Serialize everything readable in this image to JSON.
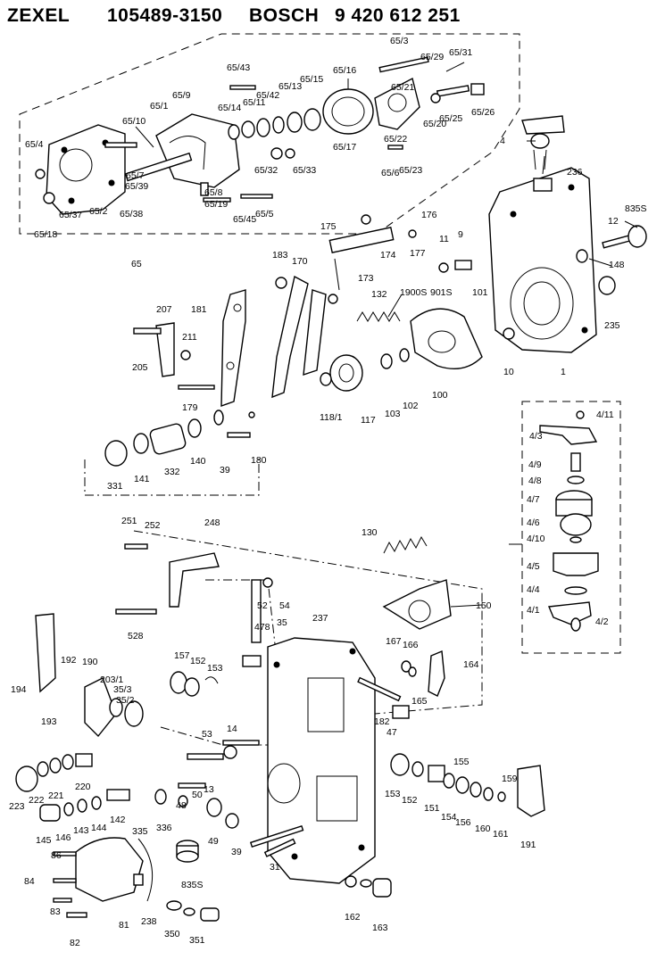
{
  "header": {
    "brand": "ZEXEL",
    "zexel_number": "105489-3150",
    "bosch_label": "BOSCH",
    "bosch_number": "9 420 612 251"
  },
  "labels": [
    "65/3",
    "65/29",
    "65/31",
    "65/43",
    "65/16",
    "65/15",
    "65/9",
    "65/13",
    "65/1",
    "65/42",
    "65/14",
    "65/11",
    "65/10",
    "65/26",
    "65/21",
    "65/20",
    "65/25",
    "65/22",
    "65/17",
    "4",
    "65/4",
    "65/6",
    "65/23",
    "65/7",
    "65/39",
    "65/33",
    "65/32",
    "65/2",
    "65/38",
    "65/37",
    "65/18",
    "65/8",
    "65/5",
    "65/45",
    "65/19",
    "65",
    "236",
    "835S",
    "12",
    "148",
    "175",
    "176",
    "11",
    "9",
    "174",
    "177",
    "173",
    "183",
    "170",
    "1900S",
    "901S",
    "101",
    "132",
    "207",
    "181",
    "211",
    "205",
    "235",
    "10",
    "1",
    "179",
    "118/1",
    "117",
    "103",
    "102",
    "100",
    "331",
    "141",
    "332",
    "140",
    "39",
    "180",
    "4/11",
    "4/3",
    "4/9",
    "4/8",
    "4/7",
    "4/6",
    "4/10",
    "4/5",
    "4/4",
    "4/1",
    "4/2",
    "251",
    "252",
    "248",
    "130",
    "52",
    "54",
    "528",
    "478",
    "35",
    "237",
    "150",
    "192",
    "190",
    "194",
    "203/1",
    "35/3",
    "35/2",
    "193",
    "157",
    "152",
    "153",
    "167",
    "166",
    "164",
    "165",
    "182",
    "47",
    "223",
    "222",
    "221",
    "220",
    "53",
    "14",
    "50",
    "145",
    "146",
    "143",
    "144",
    "142",
    "48",
    "13",
    "336",
    "335",
    "49",
    "39",
    "155",
    "153",
    "152",
    "151",
    "154",
    "156",
    "160",
    "161",
    "159",
    "191",
    "86",
    "84",
    "835S",
    "31",
    "83",
    "82",
    "81",
    "238",
    "350",
    "351",
    "162",
    "163"
  ]
}
